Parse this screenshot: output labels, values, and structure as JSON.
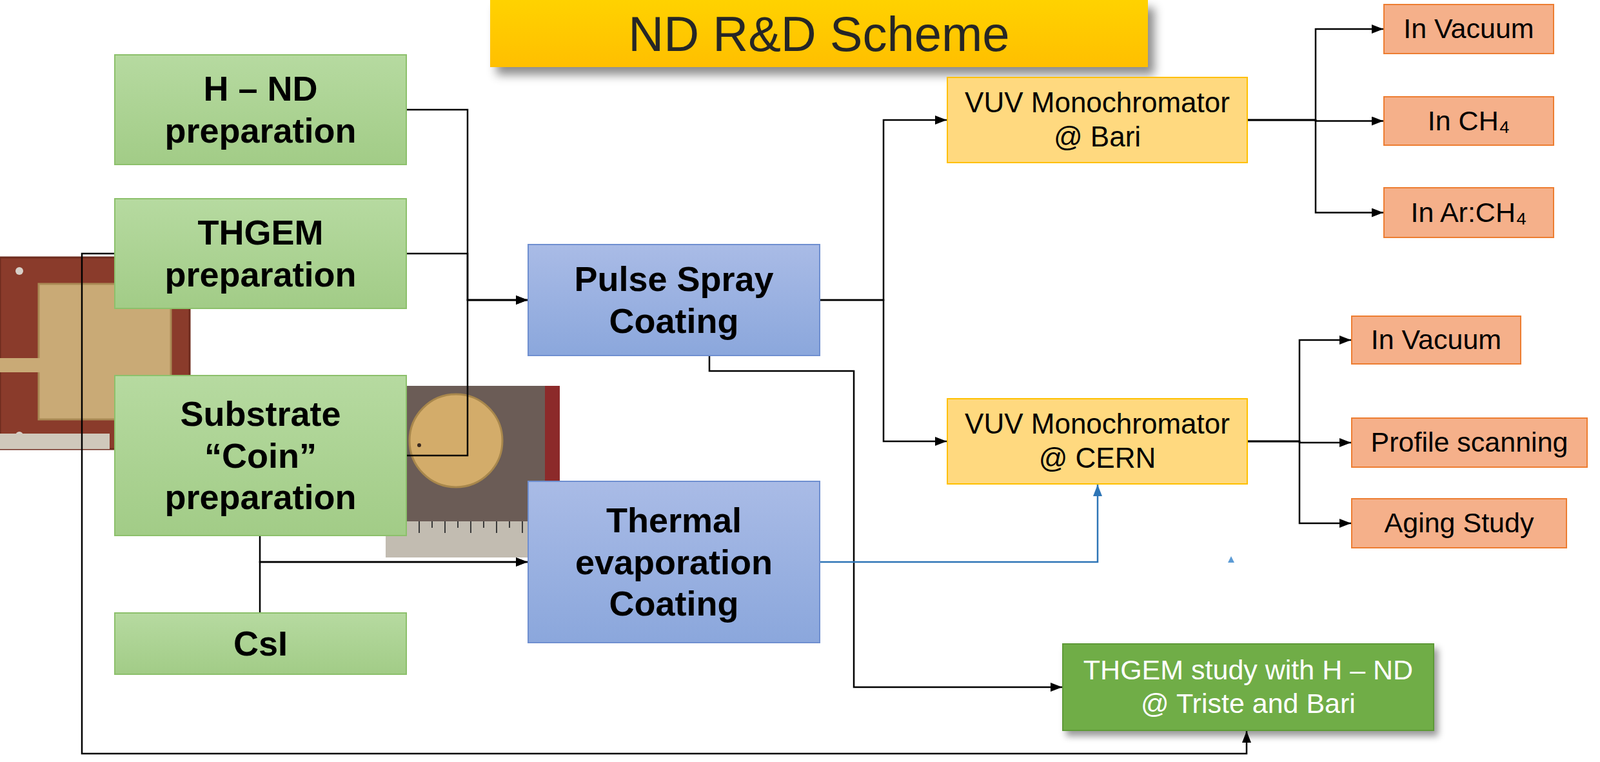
{
  "diagram": {
    "title": "ND R&D Scheme",
    "nodes": [
      {
        "text": [
          "H – ND preparation"
        ]
      },
      {
        "text": [
          "THGEM preparation"
        ]
      },
      {
        "text": [
          "Substrate “Coin” preparation"
        ]
      },
      {
        "text": [
          "CsI"
        ]
      },
      {
        "text": [
          "Pulse Spray Coating"
        ]
      },
      {
        "text": [
          "Thermal evaporation Coating"
        ]
      },
      {
        "text": [
          "VUV Monochromator @ Bari"
        ]
      },
      {
        "text": [
          "VUV Monochromator @ CERN"
        ]
      },
      {
        "text": [
          "In Vacuum"
        ]
      },
      {
        "text": [
          "In CH₄"
        ]
      },
      {
        "text": [
          "In Ar:CH₄"
        ]
      },
      {
        "text": [
          "In Vacuum"
        ]
      },
      {
        "text": [
          "Profile scanning"
        ]
      },
      {
        "text": [
          "Aging Study"
        ]
      },
      {
        "text": [
          "THGEM study with H – ND @ Triste and Bari"
        ]
      }
    ],
    "edges": [
      {
        "from": 0,
        "to": 4,
        "arrow": "to"
      },
      {
        "from": 1,
        "to": 4,
        "arrow": "to"
      },
      {
        "from": 2,
        "to": 4,
        "arrow": "to"
      },
      {
        "from": 2,
        "to": 5,
        "arrow": "to"
      },
      {
        "from": 3,
        "to": 5,
        "arrow": "to"
      },
      {
        "from": 4,
        "to": 6,
        "arrow": "to"
      },
      {
        "from": 4,
        "to": 7,
        "arrow": "to"
      },
      {
        "from": 4,
        "to": 14,
        "arrow": "to"
      },
      {
        "from": 5,
        "to": 7,
        "arrow": "to"
      },
      {
        "from": 6,
        "to": 8,
        "arrow": "to"
      },
      {
        "from": 6,
        "to": 9,
        "arrow": "to"
      },
      {
        "from": 6,
        "to": 10,
        "arrow": "to"
      },
      {
        "from": 7,
        "to": 11,
        "arrow": "to"
      },
      {
        "from": 7,
        "to": 12,
        "arrow": "to"
      },
      {
        "from": 7,
        "to": 13,
        "arrow": "to"
      },
      {
        "from": 1,
        "to": 14,
        "arrow": "to"
      }
    ]
  }
}
